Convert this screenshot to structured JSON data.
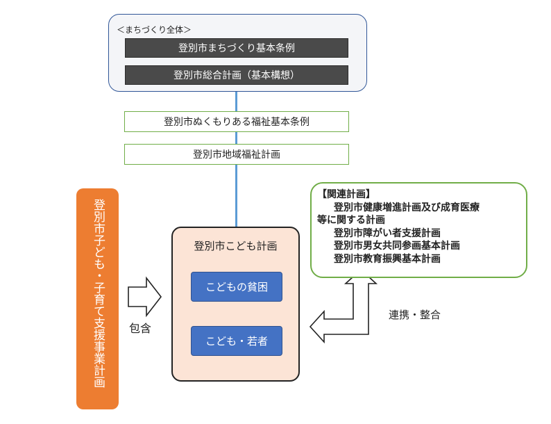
{
  "machizukuri": {
    "caption": "＜まちづくり全体＞",
    "items": [
      "登別市まちづくり基本条例",
      "登別市総合計画（基本構想）"
    ]
  },
  "welfare": {
    "ordinance": "登別市ぬくもりある福祉基本条例",
    "regional_plan": "登別市地域福祉計画"
  },
  "kodomo_plan": {
    "title": "登別市こども計画",
    "items": [
      "こどもの貧困",
      "こども・若者"
    ]
  },
  "orange_plan": "登別市子ども・子育て支援事業計画",
  "labels": {
    "inclusion": "包含",
    "coordination": "連携・整合"
  },
  "related": {
    "heading": "【関連計画】",
    "items": [
      "登別市健康増進計画及び成育医療",
      "等に関する計画",
      "登別市障がい者支援計画",
      "登別市男女共同参画基本計画",
      "登別市教育振興基本計画"
    ]
  },
  "colors": {
    "dark_box": "#4a4a4a",
    "green_border": "#70ad47",
    "blue_box": "#4472c4",
    "orange": "#ed7d31",
    "peach": "#fce4d6",
    "line": "#5b9bd5"
  }
}
